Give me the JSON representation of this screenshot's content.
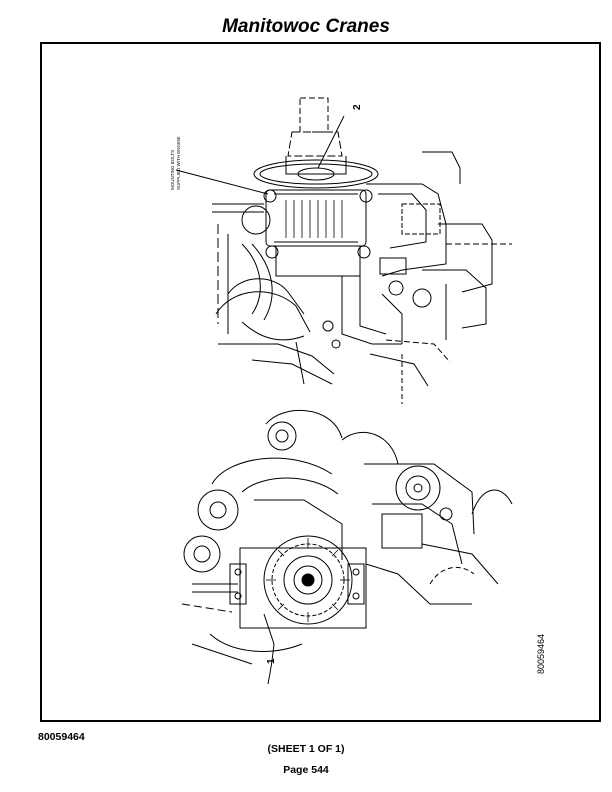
{
  "header": {
    "title": "Manitowoc Cranes"
  },
  "drawing": {
    "callout_1": "1",
    "callout_2": "2",
    "note_line1": "MOUNTING BOLTS",
    "note_line2": "SUPPLIED WITH ENGINE",
    "drawing_number": "80059464"
  },
  "footer": {
    "part_number": "80059464",
    "sheet": "(SHEET 1 OF 1)",
    "page": "Page 544"
  }
}
